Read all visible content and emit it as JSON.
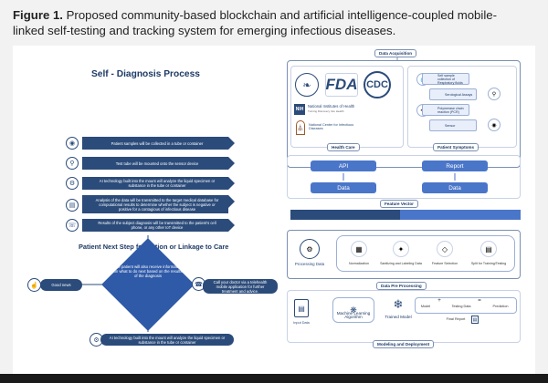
{
  "caption": {
    "label": "Figure 1.",
    "text": "Proposed community-based blockchain and artificial intelligence-coupled mobile-linked self-testing and tracking system for emerging infectious diseases."
  },
  "left": {
    "title": "Self - Diagnosis Process",
    "steps": [
      "Patient samples will be collected in a tube or container",
      "Test tube will be mounted onto the sensor device",
      "AI technology built into the mount will analyze the liquid specimen or substance in the tube or container",
      "Analysis of the data will be transmitted to the target medical database for computational results to determine whether the subject is negative or positive for a contagious of infectious disease",
      "Results of the subject diagnosis will be transmitted to the patient's cell phone, or any other IoT device"
    ],
    "next_title": "Patient Next Step for Action or Linkage to Care",
    "diamond": "The patient will also receive information on what to do next based on the results of the diagnosis",
    "good_news": "Good news",
    "telehealth": "Call your doctor via a telehealth mobile application for further treatment and advice.",
    "ai_bottom": "AI technology built into the mount will analyze the liquid specimen or substance in the tube or container"
  },
  "right": {
    "data_acquisition": "Data Acquisition",
    "logos": {
      "fda": "FDA",
      "cdc": "CDC",
      "nih": "National Institutes of Health",
      "nih_sub": "Turning Discovery Into Health",
      "ncid": "National Center for Infectious Diseases"
    },
    "health_care": "Health Care",
    "patient_symptoms": "Patient Symptoms",
    "symptoms": [
      "Self sample collection of Respiratory fluids",
      "Serological Assays",
      "Polymerase chain reaction (PCR)",
      "Sensor"
    ],
    "api": "API",
    "report": "Report",
    "data": "Data",
    "feature_vector": "Feature Vector",
    "processing_data": "Processing Data",
    "pre_steps": [
      "Normalization",
      "Sanitizing and Labeling Data",
      "Feature Selection",
      "Split for Training/Testing"
    ],
    "data_pre_processing": "Data Pre Processing",
    "input_data": "Input Data",
    "ml_algorithm": "Machine Learning Algorithm",
    "trained_model": "Trained Model",
    "model": "Model",
    "testing_data": "Testing Data",
    "prediction": "Prediction",
    "final_report": "Final Report",
    "modeling": "Modeling and Deployment"
  },
  "colors": {
    "navy": "#2b4b7a",
    "blue": "#4a76c9",
    "dark_title": "#1e3a66"
  }
}
